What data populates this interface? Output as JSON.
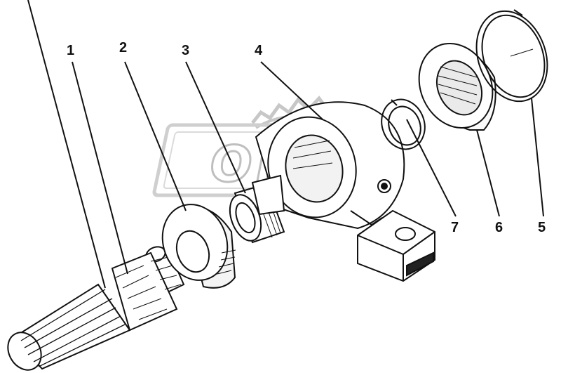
{
  "watermark": {
    "text": "OPEX"
  },
  "callouts": [
    {
      "id": "1",
      "label": "1"
    },
    {
      "id": "2",
      "label": "2"
    },
    {
      "id": "3",
      "label": "3"
    },
    {
      "id": "4",
      "label": "4"
    },
    {
      "id": "5",
      "label": "5"
    },
    {
      "id": "6",
      "label": "6"
    },
    {
      "id": "7",
      "label": "7"
    }
  ],
  "colors": {
    "ink": "#111111",
    "watermark": "#bdbdbd",
    "paper": "#ffffff"
  }
}
